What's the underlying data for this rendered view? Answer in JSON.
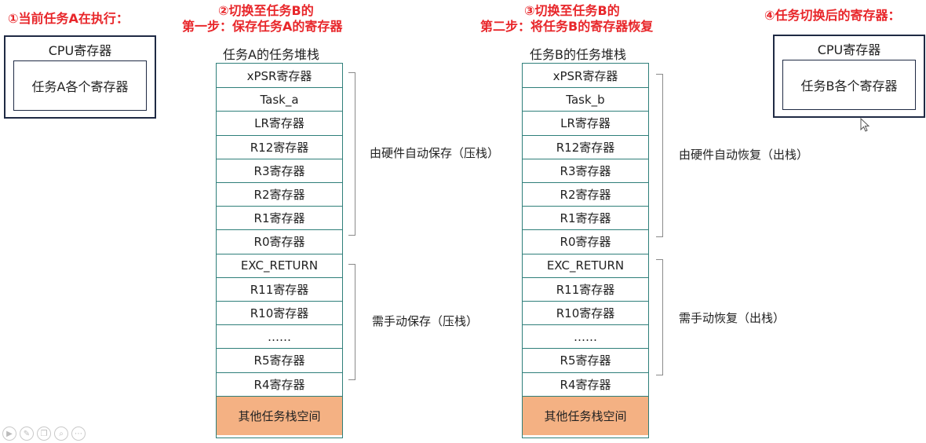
{
  "step1": {
    "title": "①当前任务A在执行：",
    "cpu_label": "CPU寄存器",
    "inner_label": "任务A各个寄存器"
  },
  "step2": {
    "title_line1": "②切换至任务B的",
    "title_line2": "第一步：保存任务A的寄存器",
    "stack_title": "任务A的任务堆栈",
    "cells": [
      "xPSR寄存器",
      "Task_a",
      "LR寄存器",
      "R12寄存器",
      "R3寄存器",
      "R2寄存器",
      "R1寄存器",
      "R0寄存器",
      "EXC_RETURN",
      "R11寄存器",
      "R10寄存器",
      "……",
      "R5寄存器",
      "R4寄存器"
    ],
    "other_space": "其他任务栈空间",
    "brace1": "由硬件自动保存（压栈）",
    "brace2": "需手动保存（压栈）"
  },
  "step3": {
    "title_line1": "③切换至任务B的",
    "title_line2": "第二步：将任务B的寄存器恢复",
    "stack_title": "任务B的任务堆栈",
    "cells": [
      "xPSR寄存器",
      "Task_b",
      "LR寄存器",
      "R12寄存器",
      "R3寄存器",
      "R2寄存器",
      "R1寄存器",
      "R0寄存器",
      "EXC_RETURN",
      "R11寄存器",
      "R10寄存器",
      "……",
      "R5寄存器",
      "R4寄存器"
    ],
    "other_space": "其他任务栈空间",
    "brace1": "由硬件自动恢复（出栈）",
    "brace2": "需手动恢复（出栈）"
  },
  "step4": {
    "title": "④任务切换后的寄存器：",
    "cpu_label": "CPU寄存器",
    "inner_label": "任务B各个寄存器"
  },
  "colors": {
    "title_red": "#e8262a",
    "stack_border": "#2f7f7a",
    "other_space_fill": "#f4b183",
    "box_border": "#1f2a44"
  },
  "icons": [
    "play-icon",
    "pen-icon",
    "copy-icon",
    "zoom-icon",
    "more-icon"
  ]
}
